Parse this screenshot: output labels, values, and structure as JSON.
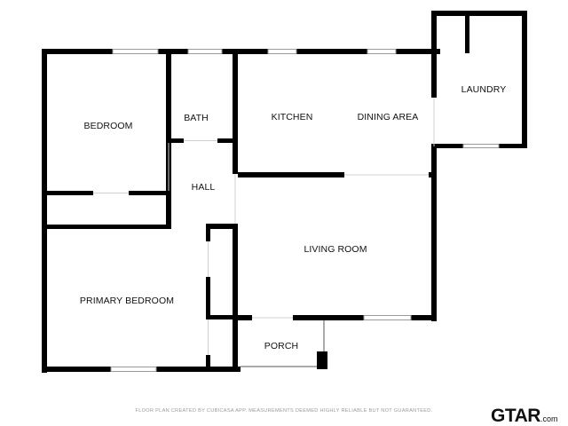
{
  "rooms": {
    "bedroom": "BEDROOM",
    "bath": "BATH",
    "kitchen": "KITCHEN",
    "dining": "DINING AREA",
    "laundry": "LAUNDRY",
    "hall": "HALL",
    "living": "LIVING ROOM",
    "primary_bedroom": "PRIMARY BEDROOM",
    "porch": "PORCH"
  },
  "footer": {
    "credit": "FLOOR PLAN CREATED BY CUBICASA APP. MEASUREMENTS DEEMED HIGHLY RELIABLE BUT NOT GUARANTEED.",
    "logo_main": "GTAR",
    "logo_domain": ".com"
  },
  "colors": {
    "wall": "#000000",
    "window": "#9a9a9a",
    "background": "#ffffff",
    "credit_text": "#9a9a9a"
  }
}
